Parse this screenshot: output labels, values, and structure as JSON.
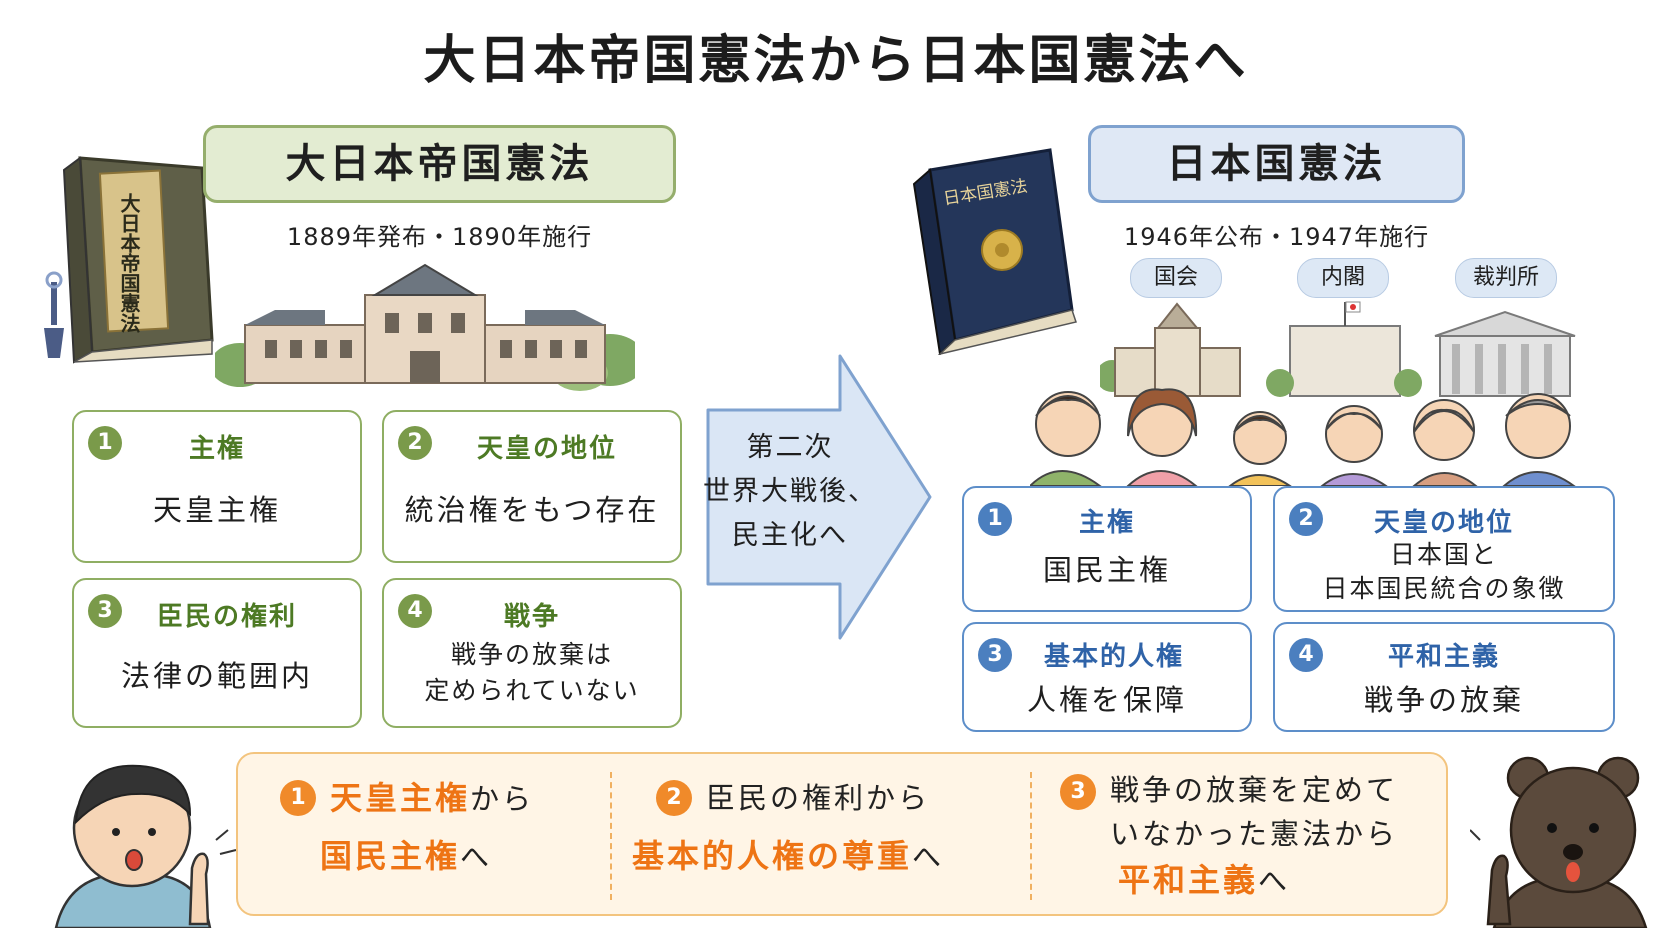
{
  "title": "大日本帝国憲法から日本国憲法へ",
  "old": {
    "heading": "大日本帝国憲法",
    "dates": "1889年発布・1890年施行",
    "book_title": "大日本帝国憲法",
    "cards": [
      {
        "num": "1",
        "head": "主権",
        "body": "天皇主権"
      },
      {
        "num": "2",
        "head": "天皇の地位",
        "body": "統治権をもつ存在"
      },
      {
        "num": "3",
        "head": "臣民の権利",
        "body": "法律の範囲内"
      },
      {
        "num": "4",
        "head": "戦争",
        "body_line1": "戦争の放棄は",
        "body_line2": "定められていない"
      }
    ]
  },
  "arrow": {
    "line1": "第二次",
    "line2": "世界大戦後、",
    "line3": "民主化へ"
  },
  "new": {
    "heading": "日本国憲法",
    "dates": "1946年公布・1947年施行",
    "book_title": "日本国憲法",
    "pills": [
      "国会",
      "内閣",
      "裁判所"
    ],
    "cards": [
      {
        "num": "1",
        "head": "主権",
        "body": "国民主権"
      },
      {
        "num": "2",
        "head": "天皇の地位",
        "body_line1": "日本国と",
        "body_line2": "日本国民統合の象徴"
      },
      {
        "num": "3",
        "head": "基本的人権",
        "body": "人権を保障"
      },
      {
        "num": "4",
        "head": "平和主義",
        "body": "戦争の放棄"
      }
    ]
  },
  "summary": [
    {
      "num": "1",
      "a1": "天皇主権",
      "a2": "から",
      "b1": "国民主権",
      "b2": "へ"
    },
    {
      "num": "2",
      "a1": "臣民の権利から",
      "b1": "基本的人権の尊重",
      "b2": "へ"
    },
    {
      "num": "3",
      "a1": "戦争の放棄を定めて",
      "a2": "いなかった憲法から",
      "b1": "平和主義",
      "b2": "へ"
    }
  ],
  "colors": {
    "old_accent": "#8fae63",
    "new_accent": "#5d8ec9",
    "highlight": "#ee7414"
  }
}
